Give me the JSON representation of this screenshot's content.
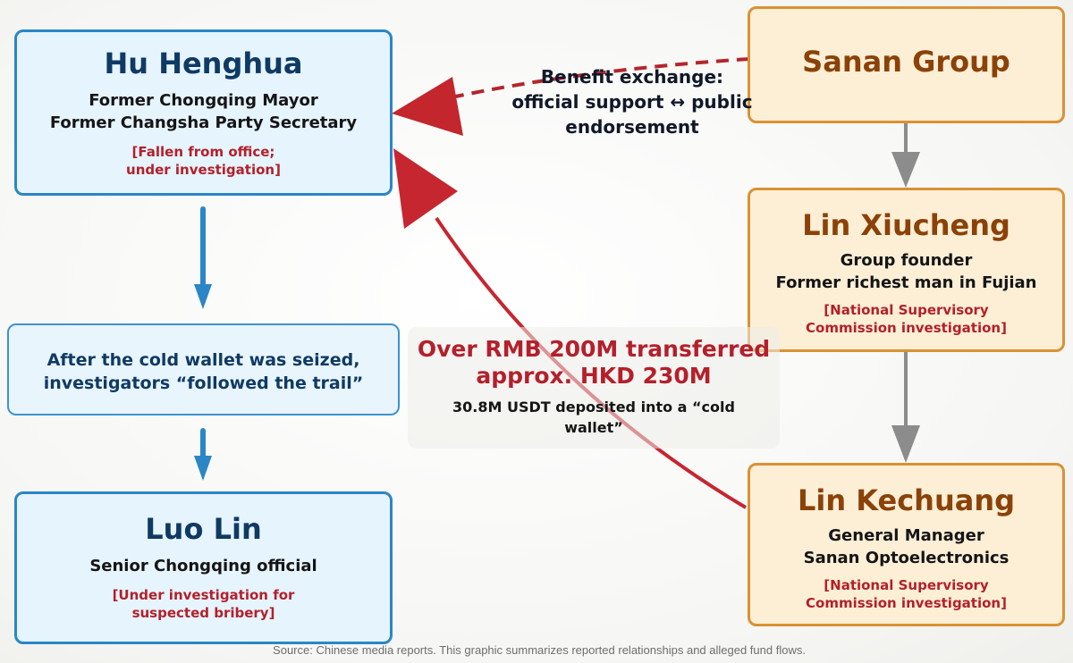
{
  "hu": {
    "name": "Hu Henghua",
    "line1": "Former Chongqing Mayor",
    "line2": "Former Changsha Party Secretary",
    "note1": "[Fallen from office;",
    "note2": "under investigation]"
  },
  "trail": {
    "line1": "After the cold wallet was seized,",
    "line2": "investigators “followed the trail”"
  },
  "luo": {
    "name": "Luo Lin",
    "line1": "Senior Chongqing official",
    "note1": "[Under investigation for",
    "note2": "suspected bribery]"
  },
  "sanan": {
    "name": "Sanan Group"
  },
  "xiucheng": {
    "name": "Lin Xiucheng",
    "line1": "Group founder",
    "line2": "Former richest man in Fujian",
    "note1": "[National Supervisory",
    "note2": "Commission investigation]"
  },
  "kechuang": {
    "name": "Lin Kechuang",
    "line1": "General Manager",
    "line2": "Sanan Optoelectronics",
    "note1": "[National Supervisory",
    "note2": "Commission investigation]"
  },
  "exchange": {
    "line1": "Benefit exchange:",
    "line2": "official support ↔ public",
    "line3": "endorsement"
  },
  "transfer": {
    "line1": "Over RMB 200M transferred",
    "line2": "approx. HKD 230M",
    "line3": "30.8M USDT deposited into a “cold",
    "line4": "wallet”"
  },
  "source": "Source: Chinese media reports. This graphic summarizes reported relationships and alleged fund flows.",
  "colors": {
    "blue_border": "#2a86c6",
    "blue_fill": "#e6f4fd",
    "orange_border": "#d99234",
    "orange_fill": "#fdefd6",
    "red": "#c0262d",
    "gray_arrow": "#8c8c8c"
  }
}
